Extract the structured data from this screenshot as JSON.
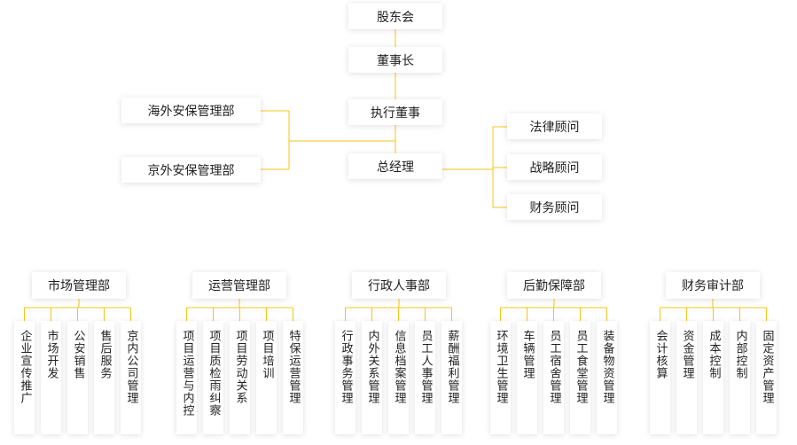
{
  "colors": {
    "line": "#f5c518",
    "box_bg": "#ffffff",
    "text": "#222222"
  },
  "top": {
    "shareholders": "股东会",
    "board": "董事长",
    "exec_director": "执行董事",
    "gm": "总经理"
  },
  "left_units": [
    "海外安保管理部",
    "京外安保管理部"
  ],
  "advisors": [
    "法律顾问",
    "战略顾问",
    "财务顾问"
  ],
  "departments": [
    {
      "name": "市场管理部",
      "subs": [
        [
          "企业宣传推广"
        ],
        [
          "市场开发"
        ],
        [
          "公安销售"
        ],
        [
          "售后服务"
        ],
        [
          "京内公司管理"
        ]
      ]
    },
    {
      "name": "运营管理部",
      "subs": [
        [
          "项目运营与内控"
        ],
        [
          "项目质检雨纠察"
        ],
        [
          "项目劳动关系"
        ],
        [
          "项目培训"
        ],
        [
          "特保运营管理"
        ]
      ]
    },
    {
      "name": "行政人事部",
      "subs": [
        [
          "行政事务管理"
        ],
        [
          "内外关系管理"
        ],
        [
          "信息档案管理"
        ],
        [
          "员工人事管理"
        ],
        [
          "薪酬福利管理"
        ]
      ]
    },
    {
      "name": "后勤保障部",
      "subs": [
        [
          "环境卫生管理"
        ],
        [
          "车辆管理"
        ],
        [
          "员工宿舍管理"
        ],
        [
          "员工食堂管理"
        ],
        [
          "装备物资管理"
        ]
      ]
    },
    {
      "name": "财务审计部",
      "subs": [
        [
          "会计核算"
        ],
        [
          "资金管理"
        ],
        [
          "成本控制"
        ],
        [
          "内部控制"
        ],
        [
          "固定资产管理"
        ]
      ]
    }
  ]
}
